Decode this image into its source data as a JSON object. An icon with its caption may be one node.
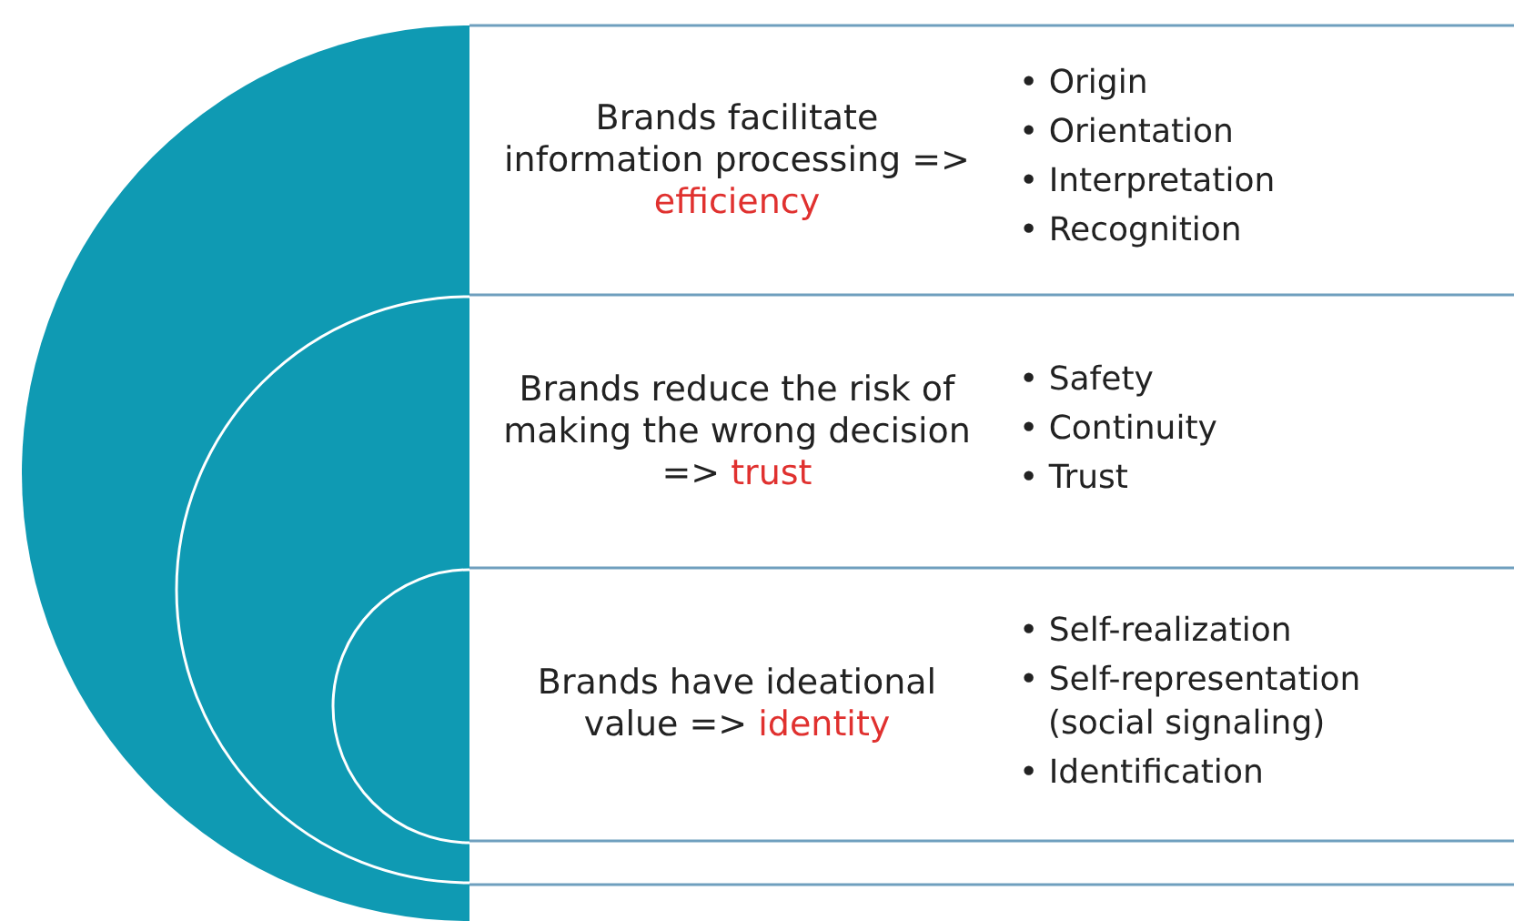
{
  "diagram": {
    "nodes": [
      {
        "text": [
          "Brands facilitate information processing => efficiency",
          "• Origin",
          "• Orientation",
          "• Interpretation",
          "• Recognition"
        ]
      },
      {
        "text": [
          "Brands reduce the risk of making the wrong decision => trust",
          "• Safety",
          "• Continuity",
          "• Trust"
        ]
      },
      {
        "text": [
          "Brands have ideational value => identity",
          "• Self-realization",
          "• Self-representation (social signaling)",
          "• Identification"
        ]
      }
    ]
  }
}
